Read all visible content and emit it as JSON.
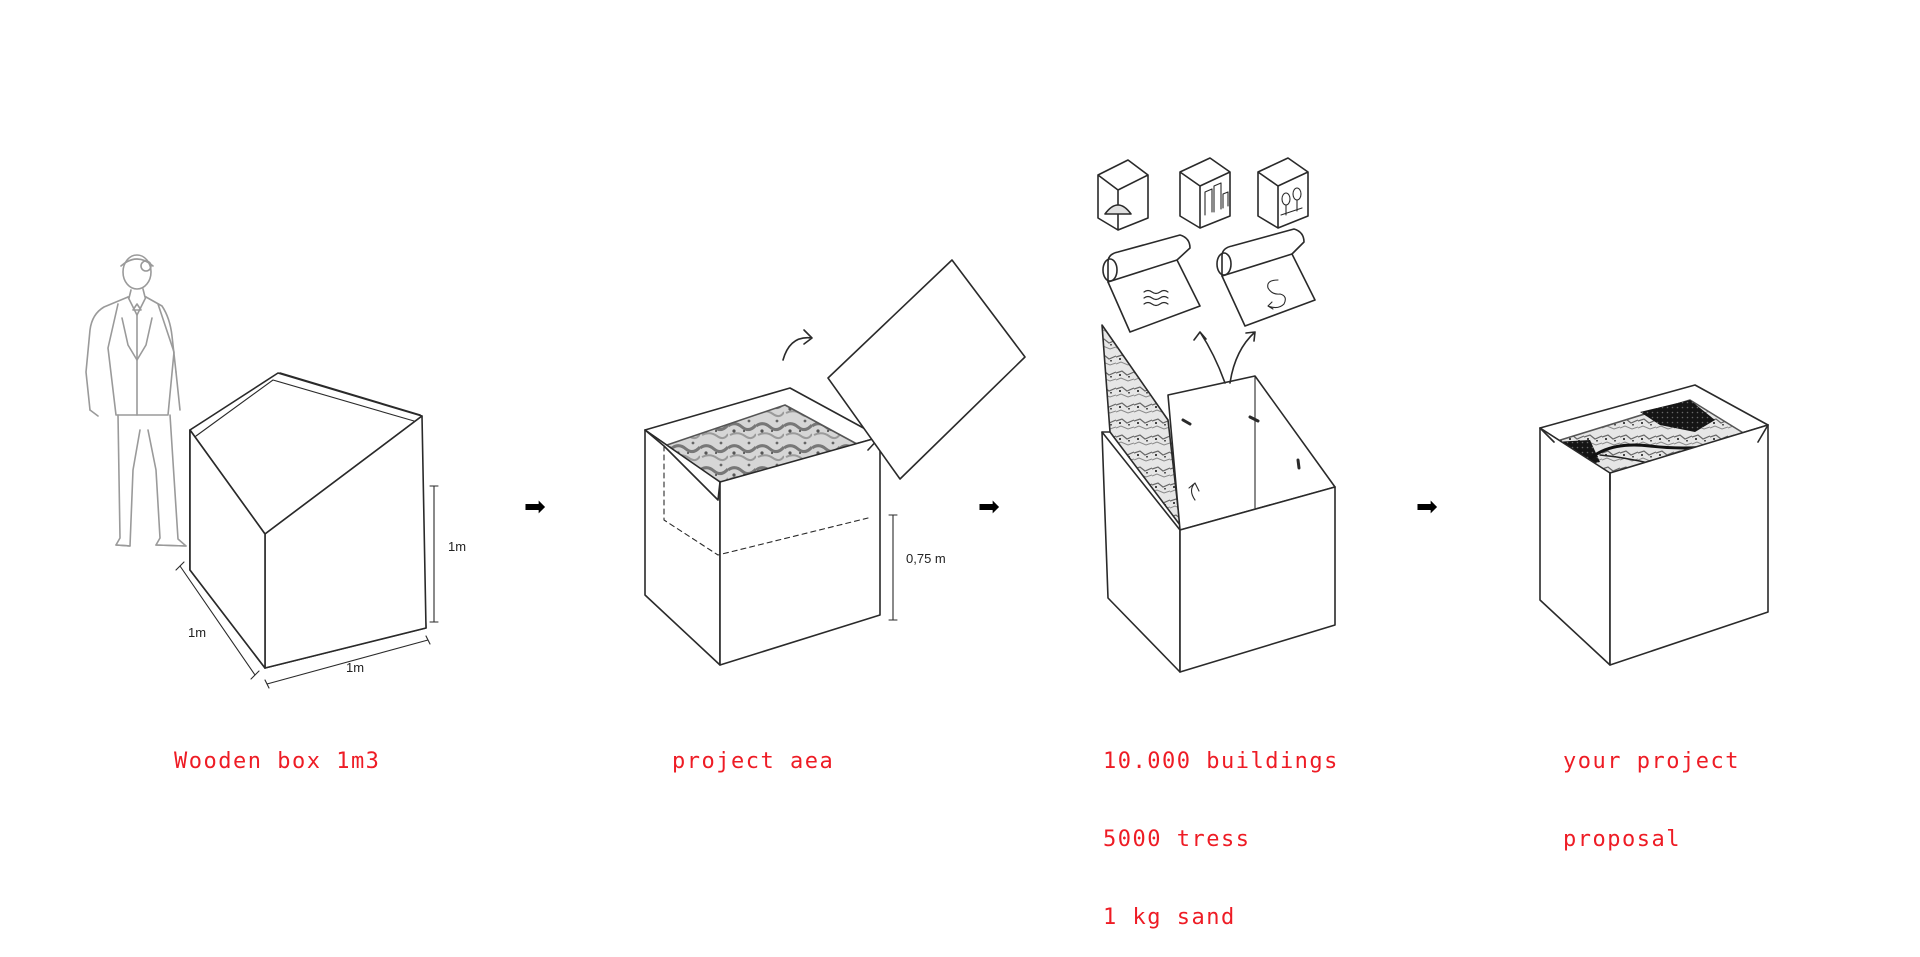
{
  "steps": [
    {
      "caption": [
        "Wooden box 1m3"
      ],
      "dims": [
        "1m",
        "1m",
        "1m"
      ]
    },
    {
      "caption": [
        "project aea"
      ],
      "dims": [
        "0,75 m"
      ]
    },
    {
      "caption": [
        "10.000 buildings",
        "5000 tress",
        "1 kg sand"
      ],
      "icons": [
        "sand-pile-icon",
        "buildings-icon",
        "trees-icon",
        "water-roll-icon",
        "road-roll-icon"
      ]
    },
    {
      "caption": [
        "your project",
        "proposal"
      ]
    }
  ],
  "arrow_glyph": "➡",
  "colors": {
    "caption": "#ee1c25",
    "line": "#2a2a2a",
    "person": "#9a9a9a",
    "map": "#8c8c8c"
  }
}
